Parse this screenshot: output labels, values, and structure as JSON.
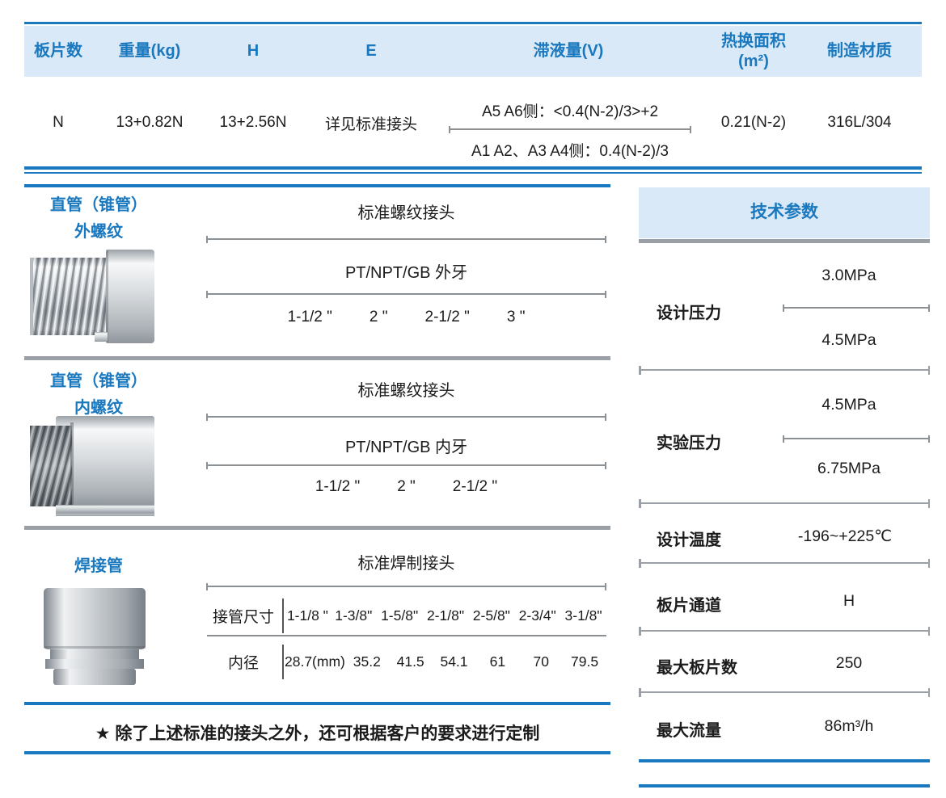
{
  "colors": {
    "accent": "#1a78be",
    "header_band": "#d9e9f7",
    "gray_line": "#9aa0a5"
  },
  "spec_table": {
    "headers": {
      "plates": "板片数",
      "weight": "重量(kg)",
      "h": "H",
      "e": "E",
      "holdup": "滞液量(V)",
      "area_line1": "热换面积",
      "area_line2": "(m²)",
      "material": "制造材质"
    },
    "row": {
      "plates": "N",
      "weight": "13+0.82N",
      "h": "13+2.56N",
      "e": "详见标准接头",
      "holdup_top": "A5 A6侧：<0.4(N-2)/3>+2",
      "holdup_bottom": "A1 A2、A3 A4侧：0.4(N-2)/3",
      "area": "0.21(N-2)",
      "material": "316L/304"
    }
  },
  "connector_sections": [
    {
      "label_line1": "直管（锥管）",
      "label_line2": "外螺纹",
      "title": "标准螺纹接头",
      "subtitle": "PT/NPT/GB 外牙",
      "sizes": [
        "1-1/2 \"",
        "2 \"",
        "2-1/2 \"",
        "3 \""
      ],
      "image": "external-thread-fitting"
    },
    {
      "label_line1": "直管（锥管）",
      "label_line2": "内螺纹",
      "title": "标准螺纹接头",
      "subtitle": "PT/NPT/GB 内牙",
      "sizes": [
        "1-1/2 \"",
        "2 \"",
        "2-1/2 \""
      ],
      "image": "internal-thread-fitting"
    },
    {
      "label_line1": "焊接管",
      "title": "标准焊制接头",
      "size_row_label": "接管尺寸",
      "bore_row_label": "内径",
      "sizes": [
        "1-1/8 \"",
        "1-3/8\"",
        "1-5/8\"",
        "2-1/8\"",
        "2-5/8\"",
        "2-3/4\"",
        "3-1/8\""
      ],
      "bores": [
        "28.7(mm)",
        "35.2",
        "41.5",
        "54.1",
        "61",
        "70",
        "79.5"
      ],
      "image": "welded-pipe-fitting"
    }
  ],
  "note": "★  除了上述标准的接头之外，还可根据客户的要求进行定制",
  "tech_params": {
    "title": "技术参数",
    "rows": [
      {
        "label": "设计压力",
        "value_top": "3.0MPa",
        "value_bottom": "4.5MPa"
      },
      {
        "label": "实验压力",
        "value_top": "4.5MPa",
        "value_bottom": "6.75MPa"
      },
      {
        "label": "设计温度",
        "value": "-196~+225℃"
      },
      {
        "label": "板片通道",
        "value": "H"
      },
      {
        "label": "最大板片数",
        "value": "250"
      },
      {
        "label": "最大流量",
        "value": "86m³/h"
      }
    ]
  }
}
